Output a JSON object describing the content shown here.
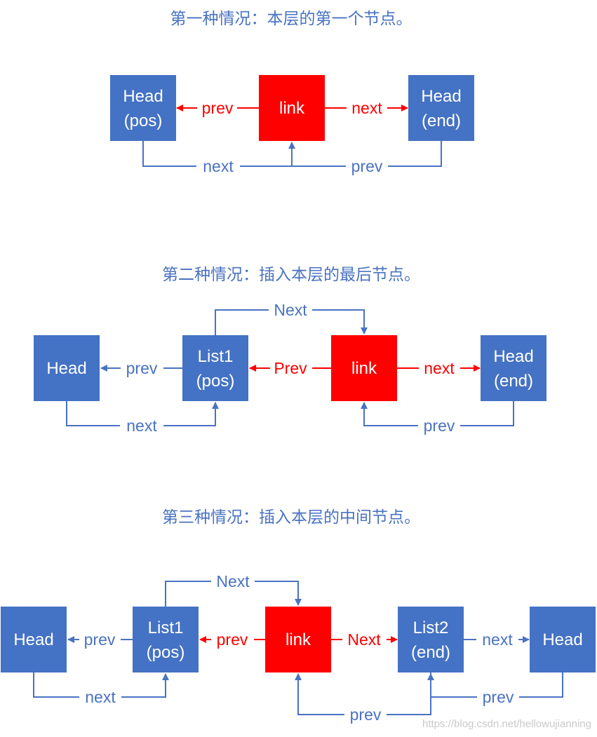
{
  "colors": {
    "node_blue": "#4472c4",
    "node_red": "#ff0000",
    "line_blue": "#4a72c2",
    "line_red": "#ff0000"
  },
  "case1": {
    "title": "第一种情况：本层的第一个节点。",
    "nodes": {
      "head_pos": [
        "Head",
        "(pos)"
      ],
      "link": "link",
      "head_end": [
        "Head",
        "(end)"
      ]
    },
    "labels": {
      "prev_red": "prev",
      "next_red": "next",
      "next_blue": "next",
      "prev_blue": "prev"
    }
  },
  "case2": {
    "title": "第二种情况：插入本层的最后节点。",
    "nodes": {
      "head": "Head",
      "list1_pos": [
        "List1",
        "(pos)"
      ],
      "link": "link",
      "head_end": [
        "Head",
        "(end)"
      ]
    },
    "labels": {
      "next_top": "Next",
      "prev_blue": "prev",
      "prev_red": "Prev",
      "next_red": "next",
      "next_bottom": "next",
      "prev_bottom": "prev"
    }
  },
  "case3": {
    "title": "第三种情况：插入本层的中间节点。",
    "nodes": {
      "head_left": "Head",
      "list1_pos": [
        "List1",
        "(pos)"
      ],
      "link": "link",
      "list2_end": [
        "List2",
        "(end)"
      ],
      "head_right": "Head"
    },
    "labels": {
      "next_top": "Next",
      "prev_blue": "prev",
      "prev_red": "prev",
      "next_red": "Next",
      "next_blue": "next",
      "next_bottom": "next",
      "prev_bottom": "prev",
      "prev_right": "prev"
    }
  },
  "watermark": "https://blog.csdn.net/hellowujianning"
}
